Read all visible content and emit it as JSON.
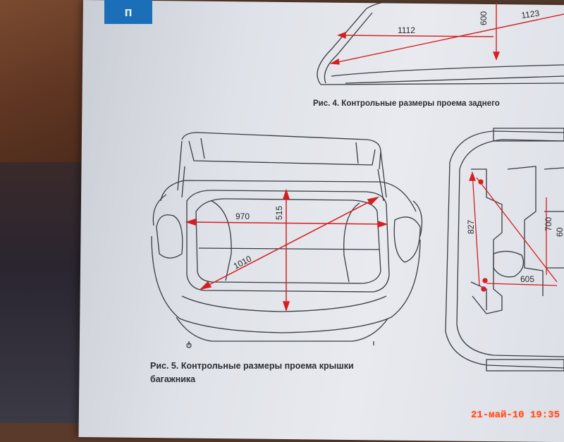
{
  "tab_glyph": "п",
  "figure4": {
    "caption": "Рис. 4. Контрольные размеры проема заднего",
    "dims": [
      "1112",
      "600",
      "1123"
    ]
  },
  "figure5": {
    "caption_line1": "Рис. 5. Контрольные размеры проема крышки",
    "caption_line2": "багажника",
    "dims": [
      "970",
      "515",
      "1010"
    ]
  },
  "figure6": {
    "dims": [
      "827",
      "700",
      "605",
      "60"
    ]
  },
  "camera_timestamp": "21-май-10 19:35",
  "colors": {
    "dimension_line": "#d42020",
    "tab": "#1b6fb8",
    "timestamp": "#ff4a1f"
  }
}
